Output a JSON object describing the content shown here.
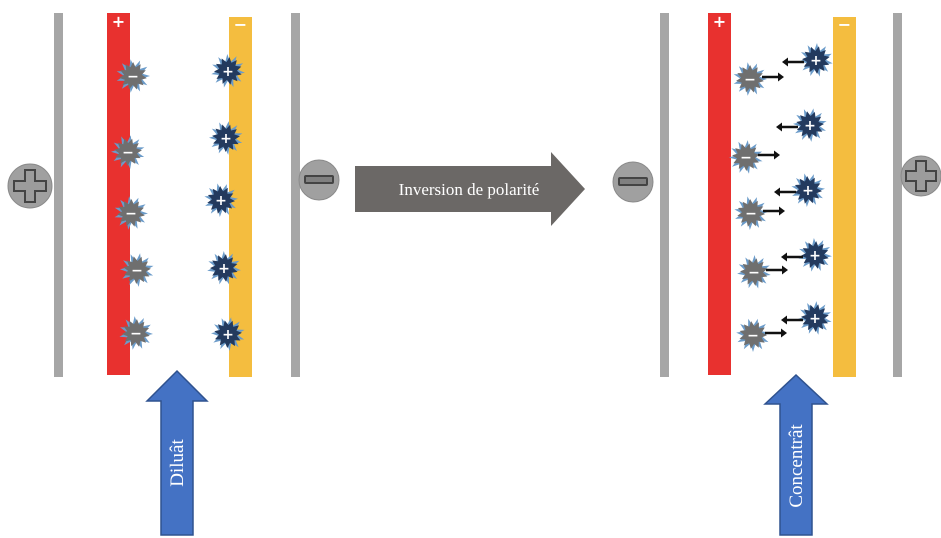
{
  "colors": {
    "electrode_gray": "#a6a6a6",
    "membrane_red": "#e8312f",
    "membrane_yellow": "#f4bd3f",
    "anion": "#6f6f6f",
    "cation": "#233a5e",
    "spike": "#6b9bc9",
    "flow_arrow": "#4472c4",
    "flow_arrow_border": "#2f528f",
    "polarity_arrow": "#6b6866",
    "badge": "#a0a0a0",
    "badge_border": "#777777"
  },
  "labels": {
    "plus_sign": "+",
    "minus_sign": "−",
    "center_arrow": "Inversion de polarité",
    "left_flow": "Diluât",
    "right_flow": "Concentrât"
  },
  "panels": [
    {
      "name": "before",
      "outer_left_electrode": "positive",
      "outer_right_electrode": "negative",
      "red_membrane_sign": "+",
      "yellow_membrane_sign": "−",
      "adsorbed_anions": 5,
      "adsorbed_cations": 5,
      "ions_released": false,
      "flow": "Diluât"
    },
    {
      "name": "after",
      "outer_left_electrode": "negative",
      "outer_right_electrode": "positive",
      "red_membrane_sign": "+",
      "yellow_membrane_sign": "−",
      "adsorbed_anions": 5,
      "adsorbed_cations": 5,
      "ions_released": true,
      "flow": "Concentrât"
    }
  ]
}
